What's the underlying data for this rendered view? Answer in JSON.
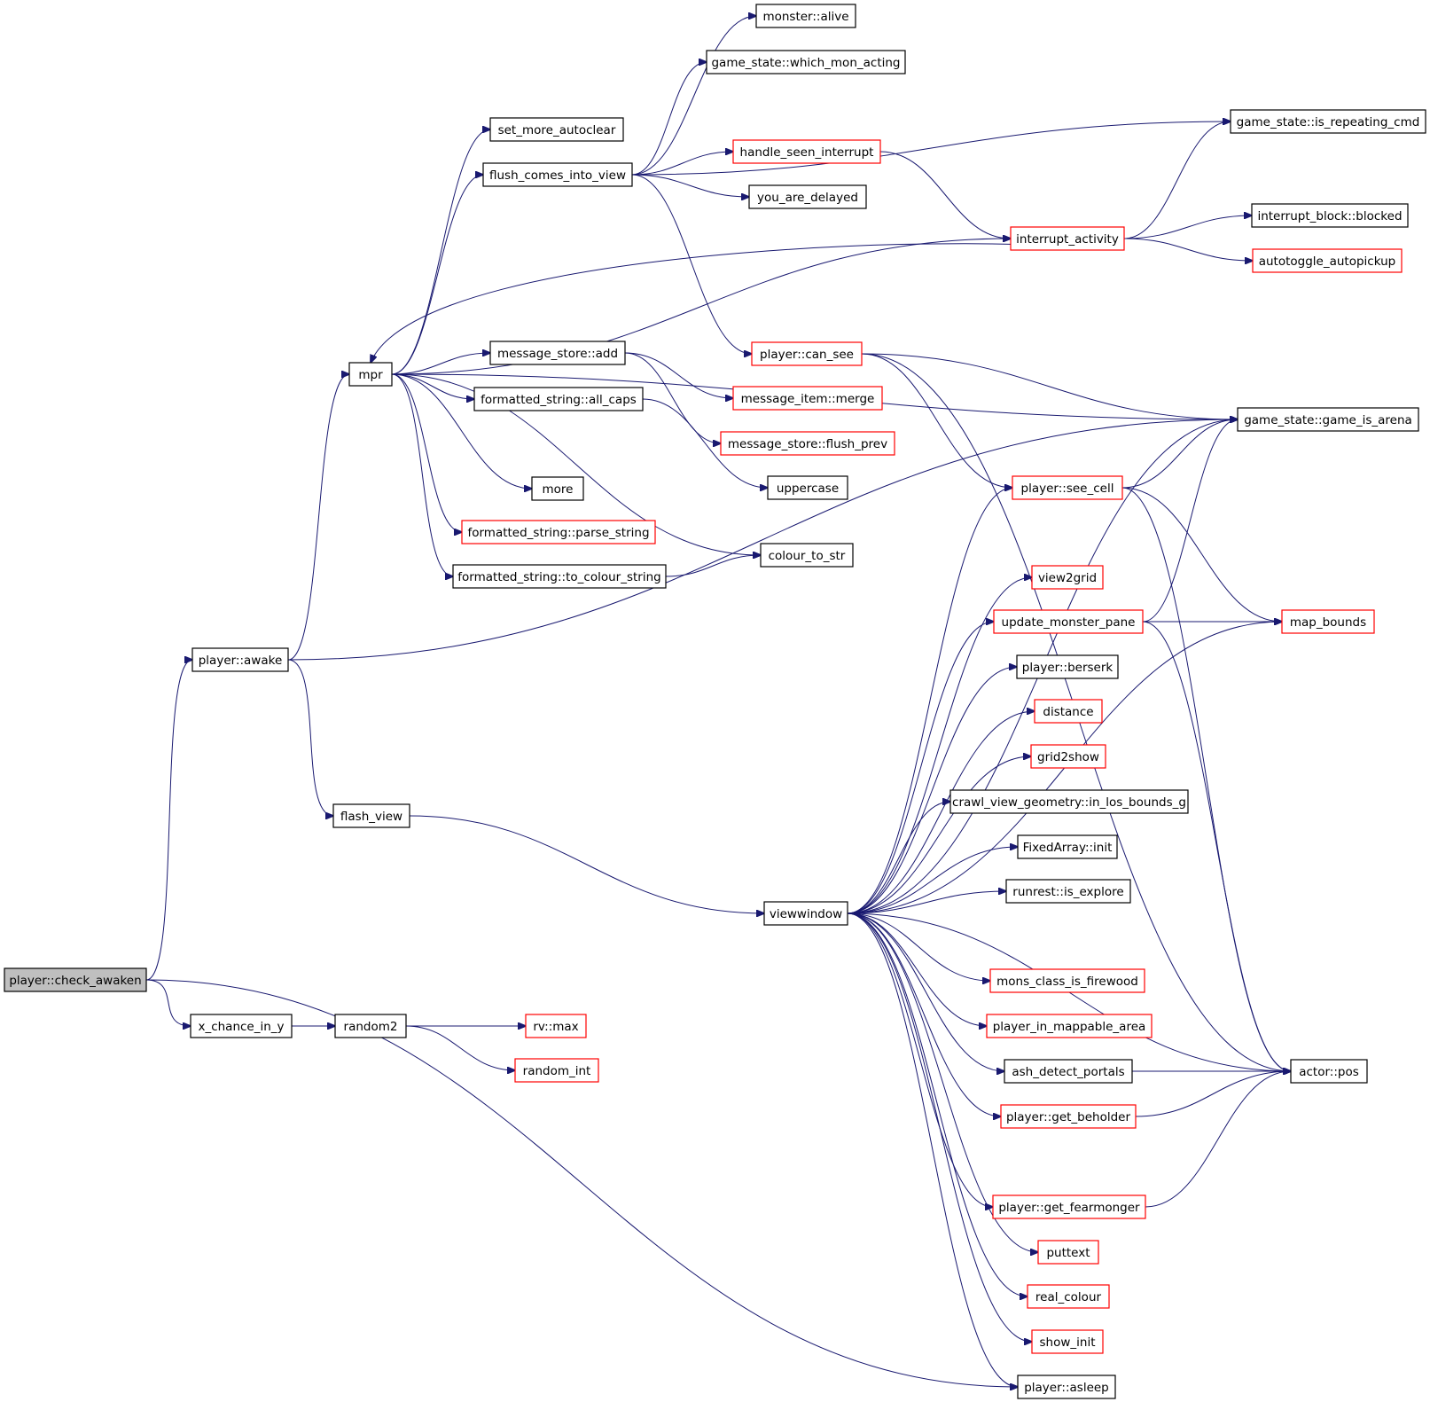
{
  "colors": {
    "edge": "#191970",
    "border_normal": "#000000",
    "border_truncated": "#ff0000",
    "root_fill": "#bfbfbf"
  },
  "nodes": [
    {
      "id": "check_awaken",
      "label": "player::check_awaken",
      "style": "root"
    },
    {
      "id": "awake",
      "label": "player::awake",
      "style": "black"
    },
    {
      "id": "x_chance",
      "label": "x_chance_in_y",
      "style": "black"
    },
    {
      "id": "random2",
      "label": "random2",
      "style": "black"
    },
    {
      "id": "rvmax",
      "label": "rv::max",
      "style": "red"
    },
    {
      "id": "random_int",
      "label": "random_int",
      "style": "red"
    },
    {
      "id": "mpr",
      "label": "mpr",
      "style": "black"
    },
    {
      "id": "flash_view",
      "label": "flash_view",
      "style": "black"
    },
    {
      "id": "viewwindow",
      "label": "viewwindow",
      "style": "black"
    },
    {
      "id": "set_more",
      "label": "set_more_autoclear",
      "style": "black"
    },
    {
      "id": "flush",
      "label": "flush_comes_into_view",
      "style": "black"
    },
    {
      "id": "ms_add",
      "label": "message_store::add",
      "style": "black"
    },
    {
      "id": "all_caps",
      "label": "formatted_string::all_caps",
      "style": "black"
    },
    {
      "id": "more",
      "label": "more",
      "style": "black"
    },
    {
      "id": "parse_string",
      "label": "formatted_string::parse_string",
      "style": "red"
    },
    {
      "id": "to_colour",
      "label": "formatted_string::to_colour_string",
      "style": "black"
    },
    {
      "id": "monster_alive",
      "label": "monster::alive",
      "style": "black"
    },
    {
      "id": "which_mon",
      "label": "game_state::which_mon_acting",
      "style": "black"
    },
    {
      "id": "handle_seen",
      "label": "handle_seen_interrupt",
      "style": "red"
    },
    {
      "id": "delayed",
      "label": "you_are_delayed",
      "style": "black"
    },
    {
      "id": "can_see",
      "label": "player::can_see",
      "style": "red"
    },
    {
      "id": "mi_merge",
      "label": "message_item::merge",
      "style": "red"
    },
    {
      "id": "flush_prev",
      "label": "message_store::flush_prev",
      "style": "red"
    },
    {
      "id": "uppercase",
      "label": "uppercase",
      "style": "black"
    },
    {
      "id": "colour_to_str",
      "label": "colour_to_str",
      "style": "black"
    },
    {
      "id": "repeating",
      "label": "game_state::is_repeating_cmd",
      "style": "black"
    },
    {
      "id": "interrupt",
      "label": "interrupt_activity",
      "style": "red"
    },
    {
      "id": "ib_blocked",
      "label": "interrupt_block::blocked",
      "style": "black"
    },
    {
      "id": "autotoggle",
      "label": "autotoggle_autopickup",
      "style": "red"
    },
    {
      "id": "arena",
      "label": "game_state::game_is_arena",
      "style": "black"
    },
    {
      "id": "see_cell",
      "label": "player::see_cell",
      "style": "red"
    },
    {
      "id": "view2grid",
      "label": "view2grid",
      "style": "red"
    },
    {
      "id": "update_pane",
      "label": "update_monster_pane",
      "style": "red"
    },
    {
      "id": "map_bounds",
      "label": "map_bounds",
      "style": "red"
    },
    {
      "id": "berserk",
      "label": "player::berserk",
      "style": "black"
    },
    {
      "id": "distance",
      "label": "distance",
      "style": "red"
    },
    {
      "id": "grid2show",
      "label": "grid2show",
      "style": "red"
    },
    {
      "id": "in_los",
      "label": "crawl_view_geometry::in_los_bounds_g",
      "style": "black"
    },
    {
      "id": "fixedarray",
      "label": "FixedArray::init",
      "style": "black"
    },
    {
      "id": "is_explore",
      "label": "runrest::is_explore",
      "style": "black"
    },
    {
      "id": "firewood",
      "label": "mons_class_is_firewood",
      "style": "red"
    },
    {
      "id": "mappable",
      "label": "player_in_mappable_area",
      "style": "red"
    },
    {
      "id": "ash",
      "label": "ash_detect_portals",
      "style": "black"
    },
    {
      "id": "beholder",
      "label": "player::get_beholder",
      "style": "red"
    },
    {
      "id": "actor_pos",
      "label": "actor::pos",
      "style": "black"
    },
    {
      "id": "fearmonger",
      "label": "player::get_fearmonger",
      "style": "red"
    },
    {
      "id": "puttext",
      "label": "puttext",
      "style": "red"
    },
    {
      "id": "real_colour",
      "label": "real_colour",
      "style": "red"
    },
    {
      "id": "show_init",
      "label": "show_init",
      "style": "red"
    },
    {
      "id": "asleep",
      "label": "player::asleep",
      "style": "black"
    }
  ],
  "edges": [
    [
      "check_awaken",
      "awake"
    ],
    [
      "check_awaken",
      "x_chance"
    ],
    [
      "check_awaken",
      "asleep"
    ],
    [
      "x_chance",
      "random2"
    ],
    [
      "random2",
      "rvmax"
    ],
    [
      "random2",
      "random_int"
    ],
    [
      "awake",
      "mpr"
    ],
    [
      "awake",
      "flash_view"
    ],
    [
      "awake",
      "arena"
    ],
    [
      "flash_view",
      "viewwindow"
    ],
    [
      "mpr",
      "set_more"
    ],
    [
      "mpr",
      "flush"
    ],
    [
      "mpr",
      "interrupt"
    ],
    [
      "mpr",
      "ms_add"
    ],
    [
      "mpr",
      "all_caps"
    ],
    [
      "mpr",
      "more"
    ],
    [
      "mpr",
      "parse_string"
    ],
    [
      "mpr",
      "to_colour"
    ],
    [
      "mpr",
      "colour_to_str"
    ],
    [
      "mpr",
      "arena"
    ],
    [
      "flush",
      "monster_alive"
    ],
    [
      "flush",
      "which_mon"
    ],
    [
      "flush",
      "repeating"
    ],
    [
      "flush",
      "handle_seen"
    ],
    [
      "flush",
      "delayed"
    ],
    [
      "flush",
      "can_see"
    ],
    [
      "handle_seen",
      "interrupt"
    ],
    [
      "interrupt",
      "mpr"
    ],
    [
      "interrupt",
      "repeating"
    ],
    [
      "interrupt",
      "ib_blocked"
    ],
    [
      "interrupt",
      "autotoggle"
    ],
    [
      "ms_add",
      "mi_merge"
    ],
    [
      "ms_add",
      "flush_prev"
    ],
    [
      "all_caps",
      "uppercase"
    ],
    [
      "to_colour",
      "colour_to_str"
    ],
    [
      "can_see",
      "arena"
    ],
    [
      "can_see",
      "see_cell"
    ],
    [
      "can_see",
      "actor_pos"
    ],
    [
      "see_cell",
      "arena"
    ],
    [
      "see_cell",
      "map_bounds"
    ],
    [
      "see_cell",
      "actor_pos"
    ],
    [
      "update_pane",
      "arena"
    ],
    [
      "update_pane",
      "map_bounds"
    ],
    [
      "update_pane",
      "actor_pos"
    ],
    [
      "ash",
      "actor_pos"
    ],
    [
      "beholder",
      "actor_pos"
    ],
    [
      "fearmonger",
      "actor_pos"
    ],
    [
      "viewwindow",
      "arena"
    ],
    [
      "viewwindow",
      "see_cell"
    ],
    [
      "viewwindow",
      "view2grid"
    ],
    [
      "viewwindow",
      "update_pane"
    ],
    [
      "viewwindow",
      "berserk"
    ],
    [
      "viewwindow",
      "distance"
    ],
    [
      "viewwindow",
      "grid2show"
    ],
    [
      "viewwindow",
      "in_los"
    ],
    [
      "viewwindow",
      "fixedarray"
    ],
    [
      "viewwindow",
      "is_explore"
    ],
    [
      "viewwindow",
      "map_bounds"
    ],
    [
      "viewwindow",
      "firewood"
    ],
    [
      "viewwindow",
      "mappable"
    ],
    [
      "viewwindow",
      "ash"
    ],
    [
      "viewwindow",
      "beholder"
    ],
    [
      "viewwindow",
      "actor_pos"
    ],
    [
      "viewwindow",
      "fearmonger"
    ],
    [
      "viewwindow",
      "puttext"
    ],
    [
      "viewwindow",
      "real_colour"
    ],
    [
      "viewwindow",
      "show_init"
    ],
    [
      "viewwindow",
      "asleep"
    ]
  ]
}
